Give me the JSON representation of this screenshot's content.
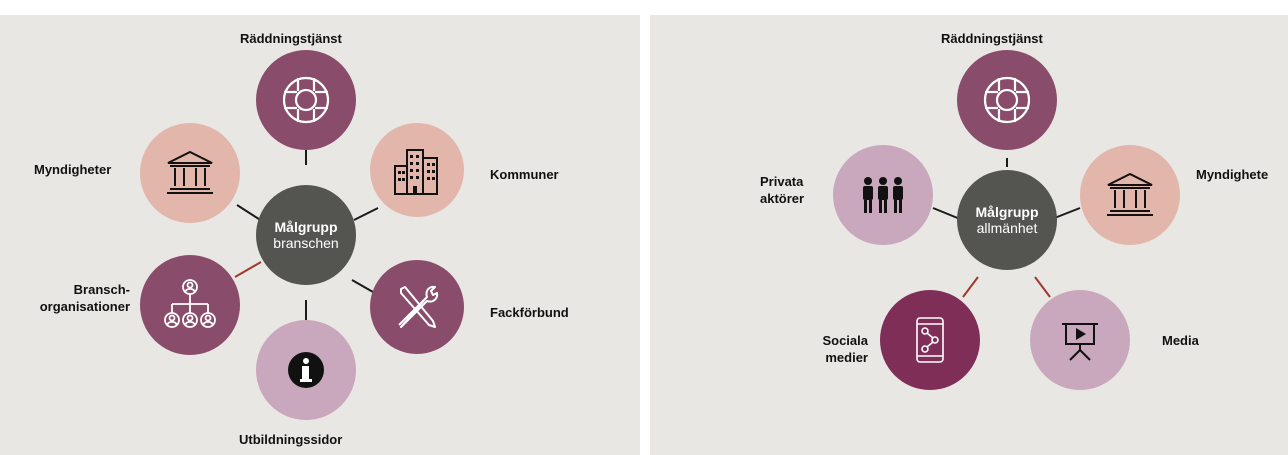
{
  "left_diagram": {
    "center": {
      "title": "Målgrupp",
      "subtitle": "branschen"
    },
    "nodes": [
      {
        "label": "Räddningstjänst",
        "icon": "lifebuoy-icon",
        "color": "#8a4c6b"
      },
      {
        "label": "Kommuner",
        "icon": "buildings-icon",
        "color": "#e2b6ab"
      },
      {
        "label": "Fackförbund",
        "icon": "tools-icon",
        "color": "#8a4c6b"
      },
      {
        "label": "Utbildningssidor",
        "icon": "info-icon",
        "color": "#c9a7bc"
      },
      {
        "label": "Bransch-",
        "label2": "organisationer",
        "icon": "org-chart-icon",
        "color": "#8a4c6b"
      },
      {
        "label": "Myndigheter",
        "icon": "government-building-icon",
        "color": "#e2b6ab"
      }
    ]
  },
  "right_diagram": {
    "center": {
      "title": "Målgrupp",
      "subtitle": "allmänhet"
    },
    "nodes": [
      {
        "label": "Räddningstjänst",
        "icon": "lifebuoy-icon",
        "color": "#8a4c6b"
      },
      {
        "label": "Myndighete",
        "icon": "government-building-icon",
        "color": "#e2b6ab"
      },
      {
        "label": "Media",
        "icon": "presentation-icon",
        "color": "#c9a7bc"
      },
      {
        "label": "Sociala",
        "label2": "medier",
        "icon": "smartphone-network-icon",
        "color": "#7e2e57"
      },
      {
        "label": "Privata",
        "label2": "aktörer",
        "icon": "people-group-icon",
        "color": "#c9a7bc"
      }
    ]
  },
  "colors": {
    "panel": "#e8e7e3",
    "center": "#545450",
    "link": "#1a1a1a",
    "link_red": "#a0392f"
  }
}
